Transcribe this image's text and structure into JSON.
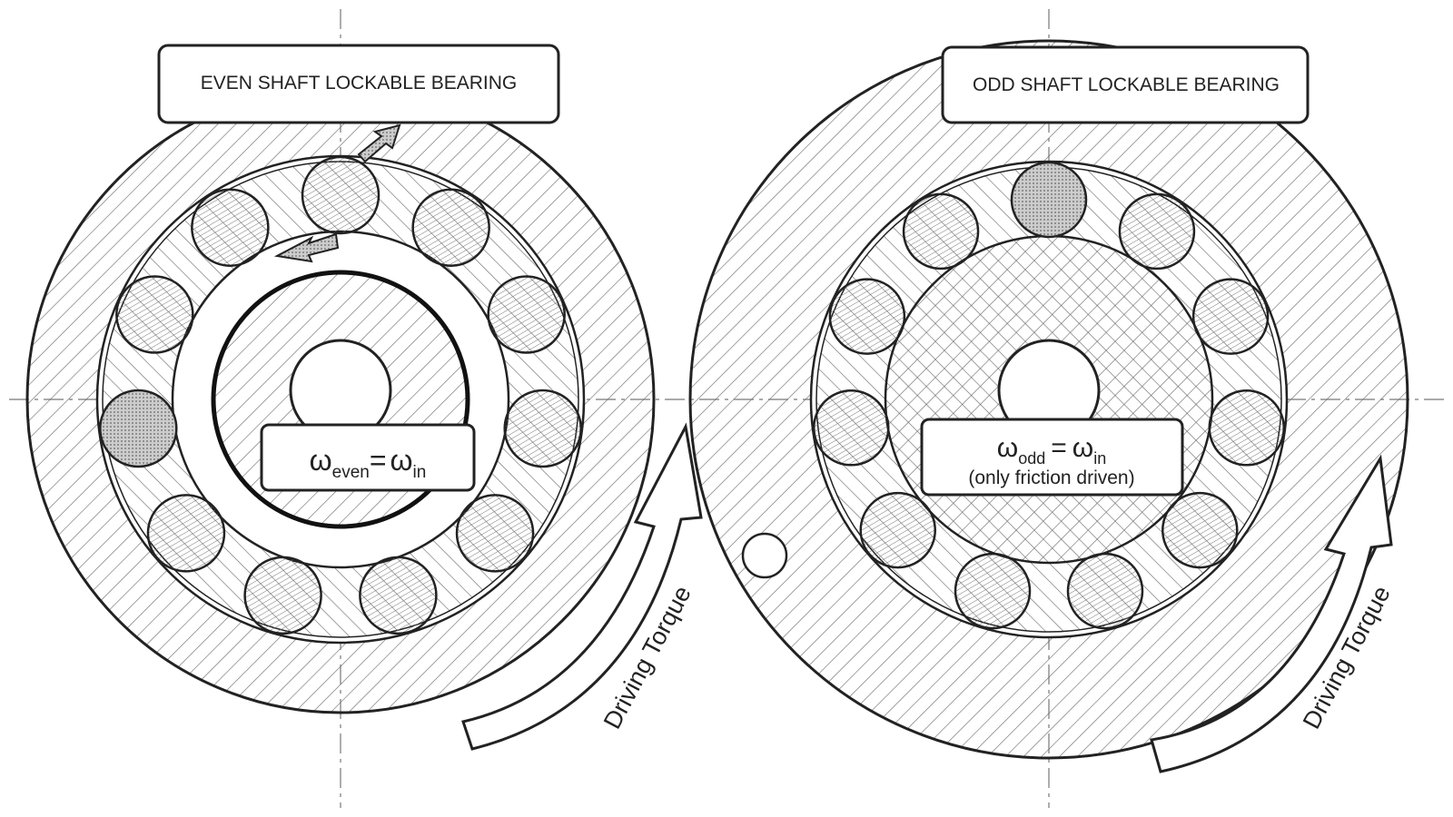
{
  "left": {
    "title": "EVEN SHAFT LOCKABLE BEARING",
    "omega_symbol": "ω",
    "omega_sub": "even",
    "equals": "=",
    "omega_in_sub": "in",
    "torque_label": "Driving Torque",
    "roller_count": 11
  },
  "right": {
    "title": "ODD SHAFT LOCKABLE BEARING",
    "omega_symbol": "ω",
    "omega_sub": "odd",
    "equals": "=",
    "omega_in_sub": "in",
    "note": "(only friction driven)",
    "torque_label": "Driving Torque",
    "roller_count": 11
  },
  "colors": {
    "line": "#222222",
    "hatch": "#555555",
    "background": "#ffffff"
  }
}
